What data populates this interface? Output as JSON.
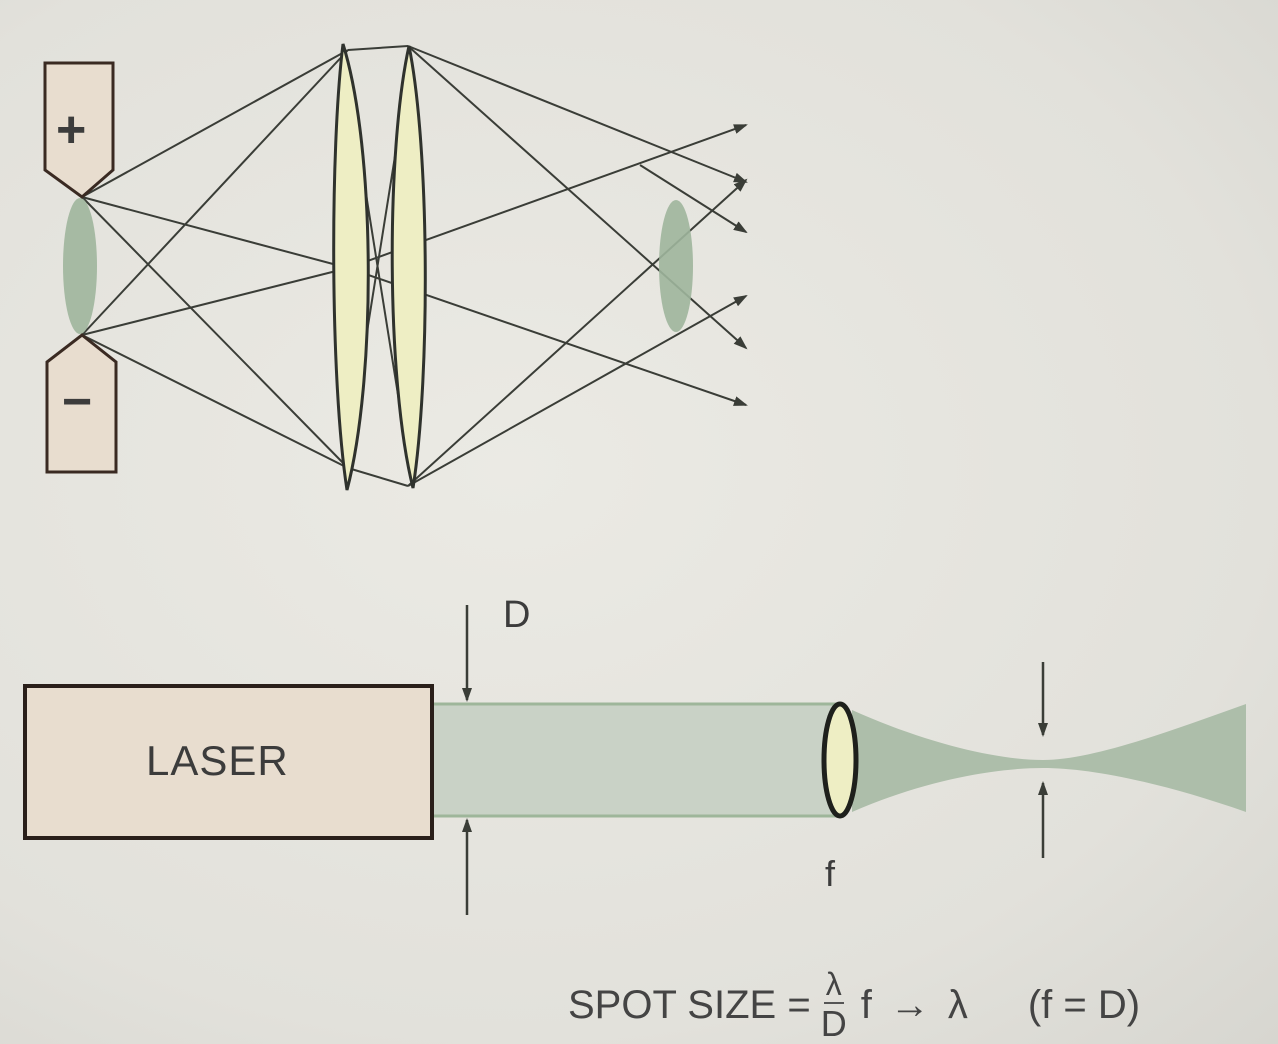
{
  "electron_optics_diagram": {
    "anode_symbol": "+",
    "cathode_symbol": "−"
  },
  "laser_focusing_diagram": {
    "source_label": "LASER",
    "beam_diameter_label": "D",
    "focal_length_label": "f"
  },
  "formula": {
    "lhs": "SPOT SIZE =",
    "fraction_numerator": "λ",
    "fraction_denominator": "D",
    "factor": "f",
    "arrow": "→",
    "limit": "λ",
    "condition": "(f = D)"
  },
  "colors": {
    "background": "#e4e3dd",
    "line": "#3a3d37",
    "box_fill": "#e8ddcf",
    "box_stroke": "#3a2a22",
    "beam_fill": "#c9d2c6",
    "focus_fill": "#9fb59c",
    "lens_fill": "#eeeec4"
  }
}
